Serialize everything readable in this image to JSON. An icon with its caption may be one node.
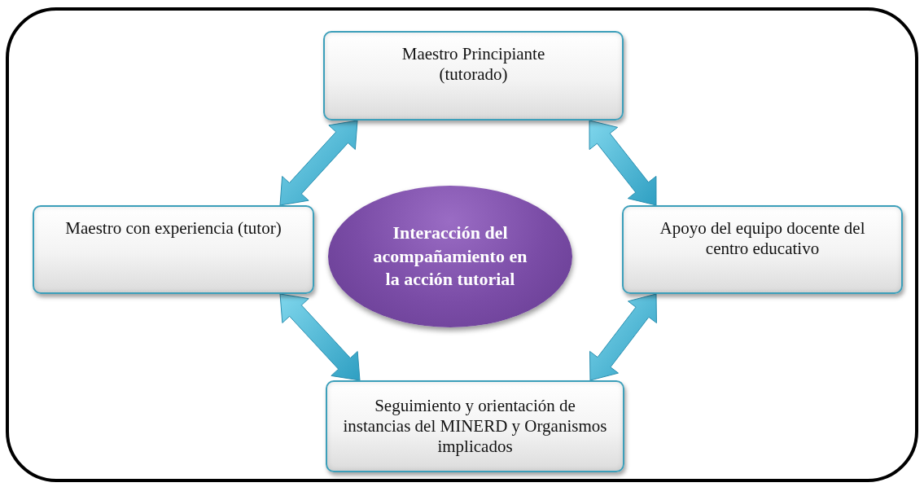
{
  "diagram": {
    "nodes": [
      {
        "text": [
          "Maestro Principiante (tutorado)"
        ]
      },
      {
        "text": [
          "Maestro con experiencia (tutor)"
        ]
      },
      {
        "text": [
          "Interacción del acompañamiento en la acción tutorial"
        ]
      },
      {
        "text": [
          "Apoyo del equipo docente del centro educativo"
        ]
      },
      {
        "text": [
          "Seguimiento y orientación de instancias del MINERD y Organismos implicados"
        ]
      }
    ],
    "edges": [
      {
        "from": 1,
        "to": 0,
        "arrow": "both",
        "style": "thick"
      },
      {
        "from": 0,
        "to": 3,
        "arrow": "both",
        "style": "thick"
      },
      {
        "from": 1,
        "to": 4,
        "arrow": "both",
        "style": "thick"
      },
      {
        "from": 3,
        "to": 4,
        "arrow": "both",
        "style": "thick"
      }
    ]
  }
}
